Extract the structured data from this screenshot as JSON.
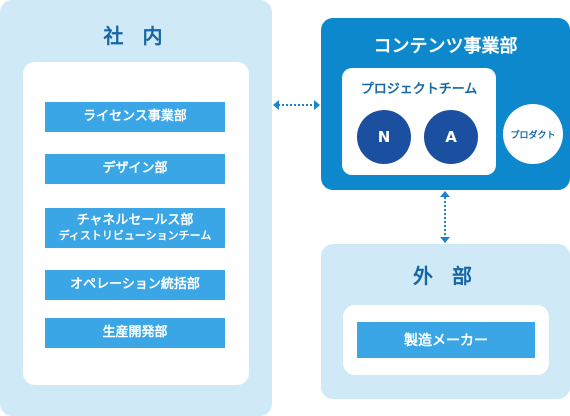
{
  "internal": {
    "title": "社 内",
    "departments": [
      {
        "label": "ライセンス事業部"
      },
      {
        "label": "デザイン部"
      },
      {
        "label": "チャネルセールス部",
        "sub": "ディストリビューションチーム"
      },
      {
        "label": "オペレーション統括部"
      },
      {
        "label": "生産開発部"
      }
    ]
  },
  "content_division": {
    "title": "コンテンツ事業部",
    "project_team": {
      "label": "プロジェクトチーム",
      "members": [
        "N",
        "A"
      ]
    },
    "product": "プロダクト"
  },
  "external": {
    "title": "外 部",
    "partner": "製造メーカー"
  },
  "colors": {
    "light_panel": "#cfe9f6",
    "content_panel": "#0d88cc",
    "dept_box": "#3aa6e6",
    "member_circle": "#1b4fa0",
    "title_text": "#1766a6",
    "arrow": "#1a86c8"
  }
}
